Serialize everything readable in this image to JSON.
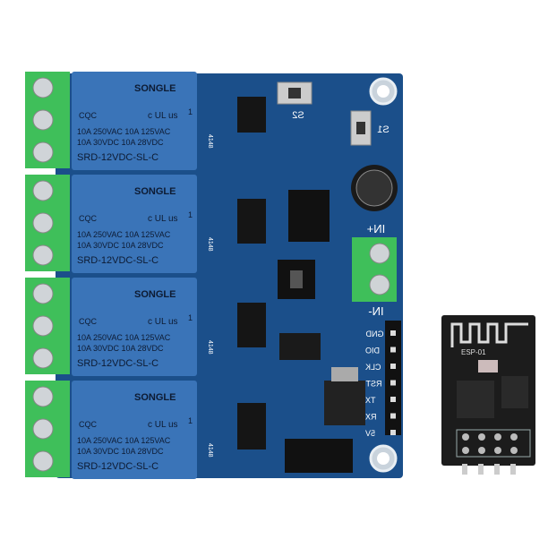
{
  "relay_module": {
    "relays": [
      {
        "brand": "SONGLE",
        "line1": "10A 250VAC 10A 125VAC",
        "line2": "10A 30VDC 10A 28VDC",
        "model": "SRD-12VDC-SL-C",
        "cert": "CQC",
        "ul": "c UL us",
        "ul_num": "1"
      },
      {
        "brand": "SONGLE",
        "line1": "10A 250VAC 10A 125VAC",
        "line2": "10A 30VDC 10A 28VDC",
        "model": "SRD-12VDC-SL-C",
        "cert": "CQC",
        "ul": "c UL us",
        "ul_num": "1"
      },
      {
        "brand": "SONGLE",
        "line1": "10A 250VAC 10A 125VAC",
        "line2": "10A 30VDC 10A 28VDC",
        "model": "SRD-12VDC-SL-C",
        "cert": "CQC",
        "ul": "c UL us",
        "ul_num": "1"
      },
      {
        "brand": "SONGLE",
        "line1": "10A 250VAC 10A 125VAC",
        "line2": "10A 30VDC 10A 28VDC",
        "model": "SRD-12VDC-SL-C",
        "cert": "CQC",
        "ul": "c UL us",
        "ul_num": "1"
      }
    ],
    "buttons": [
      "S2",
      "S1"
    ],
    "power_labels": {
      "plus": "IN+",
      "minus": "IN-"
    },
    "header_pins": [
      "GND",
      "DIO",
      "CLK",
      "RST",
      "TX",
      "RX",
      "5V"
    ],
    "diode_label": "4148",
    "colors": {
      "pcb": "#1b4f8a",
      "relay": "#3a74b8",
      "terminal": "#3fbf5a",
      "esp_board": "#1c1c1c"
    }
  },
  "esp_module": {
    "label": "ESP-01"
  }
}
